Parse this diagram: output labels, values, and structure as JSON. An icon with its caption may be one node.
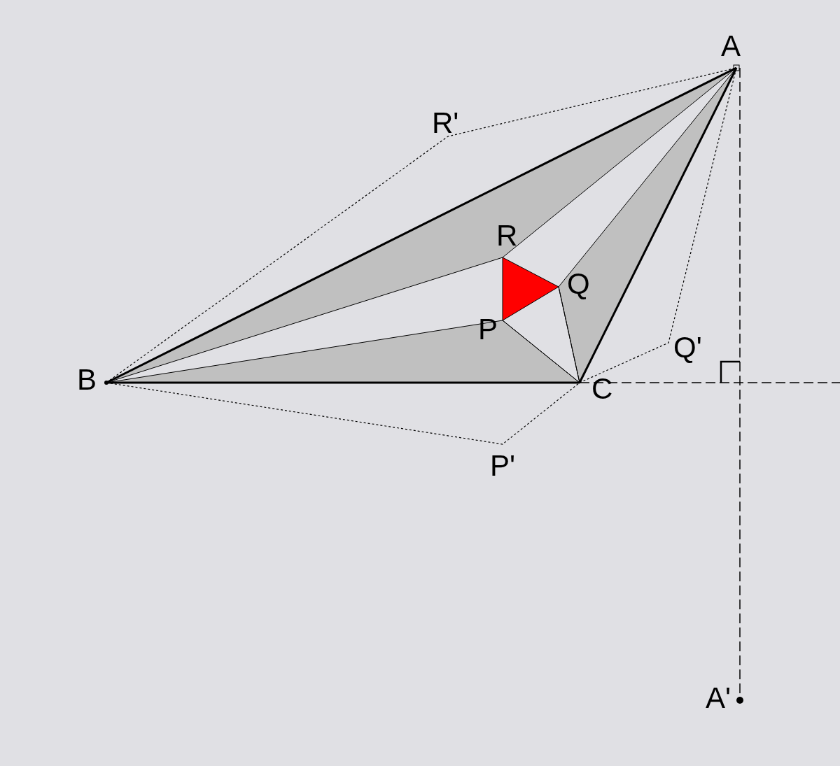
{
  "diagram": {
    "labels": [
      "A",
      "R'",
      "R",
      "Q",
      "P",
      "Q'",
      "B",
      "C",
      "P'",
      "A'"
    ]
  }
}
